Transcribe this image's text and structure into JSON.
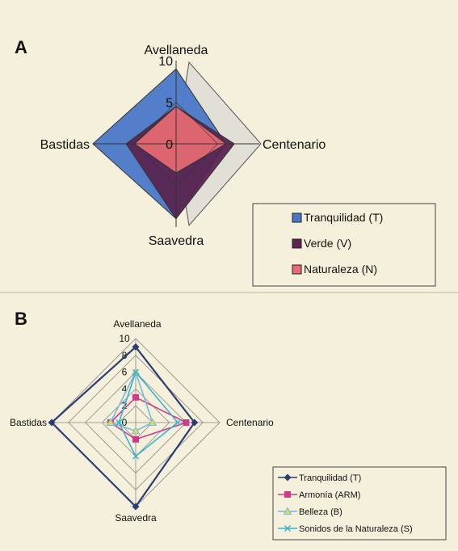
{
  "chart_data": [
    {
      "panel": "A",
      "type": "radar",
      "categories": [
        "Avellaneda",
        "Centenario",
        "Saavedra",
        "Bastidas"
      ],
      "rmax": 10,
      "ticks": [
        "10",
        "5",
        "0"
      ],
      "tick_values": [
        10,
        5,
        0
      ],
      "grid": true,
      "style": "filled-area",
      "legend_position": "bottom-right",
      "series": [
        {
          "name": "Tranquilidad (T)",
          "values": [
            9,
            6,
            9,
            10
          ],
          "color": "#4a78c8"
        },
        {
          "name": "Verde (V)",
          "values": [
            4.5,
            7,
            9,
            6
          ],
          "color": "#5a2550"
        },
        {
          "name": "Naturaleza (N)",
          "values": [
            4.5,
            6,
            3.5,
            5
          ],
          "color": "#e86a72"
        }
      ]
    },
    {
      "panel": "B",
      "type": "radar",
      "categories": [
        "Avellaneda",
        "Centenario",
        "Saavedra",
        "Bastidas"
      ],
      "rmax": 10,
      "ticks": [
        "10",
        "8",
        "6",
        "4",
        "2",
        "0"
      ],
      "tick_values": [
        10,
        8,
        6,
        4,
        2,
        0
      ],
      "grid": true,
      "style": "line-markers",
      "legend_position": "bottom-right",
      "series": [
        {
          "name": "Tranquilidad (T)",
          "values": [
            9,
            7,
            10,
            10
          ],
          "color": "#2c3e70",
          "marker": "diamond"
        },
        {
          "name": "Armonía (ARM)",
          "values": [
            3,
            6,
            2,
            3
          ],
          "color": "#d03a8a",
          "marker": "square"
        },
        {
          "name": "Belleza (B)",
          "values": [
            6,
            2,
            1,
            3
          ],
          "color": "#7ab8d8",
          "marker": "triangle"
        },
        {
          "name": "Sonidos de la Naturaleza (S)",
          "values": [
            6,
            5,
            4,
            2
          ],
          "color": "#36b4d0",
          "marker": "x"
        }
      ]
    }
  ],
  "panels": {
    "a_label": "A",
    "b_label": "B"
  }
}
